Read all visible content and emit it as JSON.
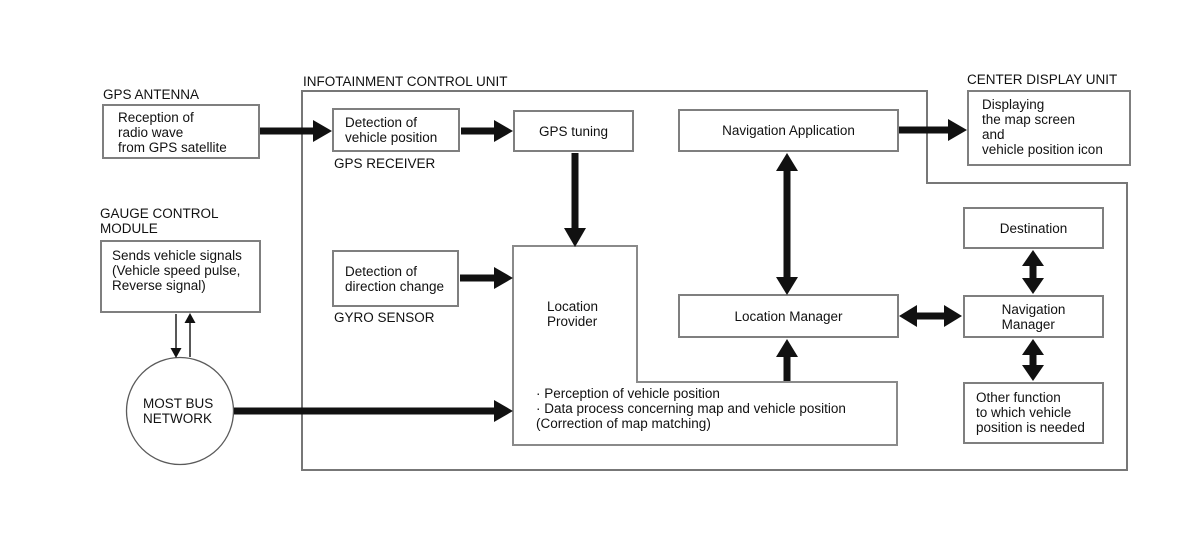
{
  "colors": {
    "background": "#ffffff",
    "box_border": "#7f7f7f",
    "outline_border": "#777777",
    "arrow": "#111111",
    "text": "#111111"
  },
  "labels": {
    "gps_antenna": "GPS ANTENNA",
    "gauge_control": "GAUGE CONTROL\nMODULE",
    "infotainment": "INFOTAINMENT CONTROL UNIT",
    "center_display": "CENTER DISPLAY UNIT",
    "gps_receiver": "GPS RECEIVER",
    "gyro_sensor": "GYRO SENSOR"
  },
  "boxes": {
    "gps_antenna": "Reception of\nradio wave\nfrom GPS satellite",
    "gauge_module": "Sends vehicle signals\n(Vehicle speed pulse,\nReverse signal)",
    "most_bus": "MOST BUS\nNETWORK",
    "gps_receiver": "Detection of\nvehicle position",
    "gyro_sensor": "Detection of\ndirection change",
    "gps_tuning": "GPS tuning",
    "location_provider": "Location\nProvider",
    "location_provider_functions": "· Perception of vehicle position\n· Data process concerning map and vehicle position\n(Correction of map matching)",
    "navigation_application": "Navigation Application",
    "location_manager": "Location Manager",
    "destination": "Destination",
    "navigation_manager": "Navigation\nManager",
    "other_function": "Other function\nto which vehicle\nposition is needed",
    "center_display": "Displaying\nthe map screen\nand\nvehicle position icon"
  }
}
